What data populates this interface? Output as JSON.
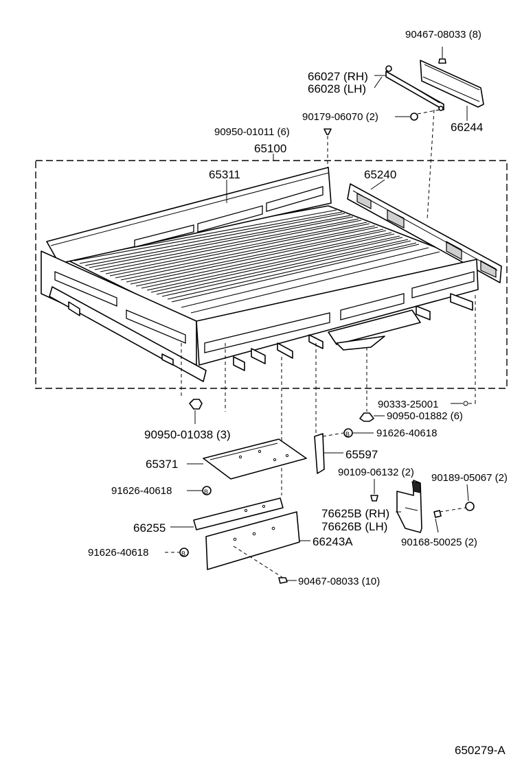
{
  "labels": {
    "p90467_08033_8": "90467-08033 (8)",
    "p66027": "66027 (RH)",
    "p66028": "66028 (LH)",
    "p90179": "90179-06070 (2)",
    "p66244": "66244",
    "p90950_01011": "90950-01011 (6)",
    "p65100": "65100",
    "p65311": "65311",
    "p65240": "65240",
    "p90333": "90333-25001",
    "p90950_01882": "90950-01882 (6)",
    "p90950_01038": "90950-01038 (3)",
    "p91626_right": "91626-40618",
    "p65371": "65371",
    "p65597": "65597",
    "p90109": "90109-06132 (2)",
    "p90189": "90189-05067 (2)",
    "p91626_mid": "91626-40618",
    "p76625b": "76625B (RH)",
    "p76626b": "76626B (LH)",
    "p66255": "66255",
    "p90168": "90168-50025 (2)",
    "p91626_low": "91626-40618",
    "p66243a": "66243A",
    "p90467_08033_10": "90467-08033 (10)",
    "diagram_code": "650279-A"
  },
  "markers": {
    "bolt_letter": "B"
  }
}
